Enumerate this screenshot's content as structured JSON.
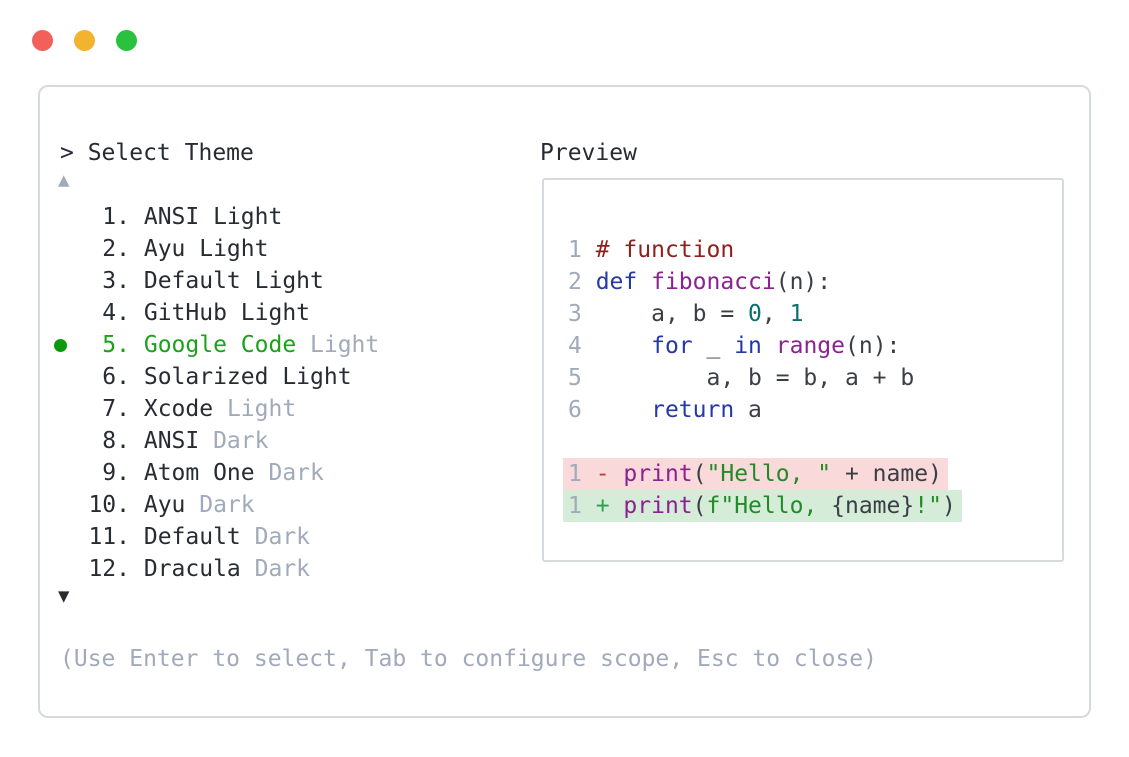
{
  "colors": {
    "tl_red": "#f2605a",
    "tl_yellow": "#f2b32e",
    "tl_green": "#29c13e",
    "panel_border": "#d5d9e0",
    "dark": "#272c33",
    "gray": "#a0aaba",
    "pln": "#3a3f46",
    "com": "#8e211b",
    "kwd": "#2438a6",
    "typ": "#8b2290",
    "lit": "#0d6e6e",
    "str": "#238a28",
    "del": "#c23a33",
    "ins": "#2e9e4f",
    "del_bg": "#f9d9d9",
    "ins_bg": "#d5ecd9",
    "sel_green": "#1ba11b",
    "sel_dot": "#0c9a0c"
  },
  "theme_list": {
    "header": "> Select Theme",
    "scroll_up_icon": "▲",
    "scroll_down_icon": "▼",
    "items": [
      {
        "num": "1.",
        "name": "ANSI Light",
        "suffix": "",
        "selected": false
      },
      {
        "num": "2.",
        "name": "Ayu Light",
        "suffix": "",
        "selected": false
      },
      {
        "num": "3.",
        "name": "Default Light",
        "suffix": "",
        "selected": false
      },
      {
        "num": "4.",
        "name": "GitHub Light",
        "suffix": "",
        "selected": false
      },
      {
        "num": "5.",
        "name": "Google Code",
        "suffix": "Light",
        "selected": true
      },
      {
        "num": "6.",
        "name": "Solarized Light",
        "suffix": "",
        "selected": false
      },
      {
        "num": "7.",
        "name": "Xcode",
        "suffix": "Light",
        "selected": false
      },
      {
        "num": "8.",
        "name": "ANSI",
        "suffix": "Dark",
        "selected": false
      },
      {
        "num": "9.",
        "name": "Atom One",
        "suffix": "Dark",
        "selected": false
      },
      {
        "num": "10.",
        "name": "Ayu",
        "suffix": "Dark",
        "selected": false
      },
      {
        "num": "11.",
        "name": "Default",
        "suffix": "Dark",
        "selected": false
      },
      {
        "num": "12.",
        "name": "Dracula",
        "suffix": "Dark",
        "selected": false
      }
    ],
    "footer": "(Use Enter to select, Tab to configure scope, Esc to close)"
  },
  "preview": {
    "label": "Preview",
    "code": {
      "lines": [
        {
          "ln": "1",
          "tokens": [
            {
              "t": "# function",
              "c": "com"
            }
          ]
        },
        {
          "ln": "2",
          "tokens": [
            {
              "t": "def ",
              "c": "kwd"
            },
            {
              "t": "fibonacci",
              "c": "typ"
            },
            {
              "t": "(n):",
              "c": "pln"
            }
          ]
        },
        {
          "ln": "3",
          "tokens": [
            {
              "t": "    a, b = ",
              "c": "pln"
            },
            {
              "t": "0",
              "c": "lit"
            },
            {
              "t": ", ",
              "c": "pln"
            },
            {
              "t": "1",
              "c": "lit"
            }
          ]
        },
        {
          "ln": "4",
          "tokens": [
            {
              "t": "    ",
              "c": "pln"
            },
            {
              "t": "for",
              "c": "kwd"
            },
            {
              "t": " _ ",
              "c": "pln"
            },
            {
              "t": "in",
              "c": "kwd"
            },
            {
              "t": " ",
              "c": "pln"
            },
            {
              "t": "range",
              "c": "typ"
            },
            {
              "t": "(n):",
              "c": "pln"
            }
          ]
        },
        {
          "ln": "5",
          "tokens": [
            {
              "t": "        a, b = b, a + b",
              "c": "pln"
            }
          ]
        },
        {
          "ln": "6",
          "tokens": [
            {
              "t": "    ",
              "c": "pln"
            },
            {
              "t": "return",
              "c": "kwd"
            },
            {
              "t": " a",
              "c": "pln"
            }
          ]
        }
      ],
      "diff": [
        {
          "ln": "1",
          "sign": "-",
          "sign_c": "del",
          "tokens": [
            {
              "t": "print",
              "c": "typ"
            },
            {
              "t": "(",
              "c": "pln"
            },
            {
              "t": "\"Hello, \"",
              "c": "str"
            },
            {
              "t": " + name)",
              "c": "pln"
            }
          ]
        },
        {
          "ln": "1",
          "sign": "+",
          "sign_c": "ins",
          "tokens": [
            {
              "t": "print",
              "c": "typ"
            },
            {
              "t": "(",
              "c": "pln"
            },
            {
              "t": "f\"Hello, ",
              "c": "str"
            },
            {
              "t": "{name}",
              "c": "pln"
            },
            {
              "t": "!\"",
              "c": "str"
            },
            {
              "t": ")",
              "c": "pln"
            }
          ]
        }
      ]
    }
  }
}
